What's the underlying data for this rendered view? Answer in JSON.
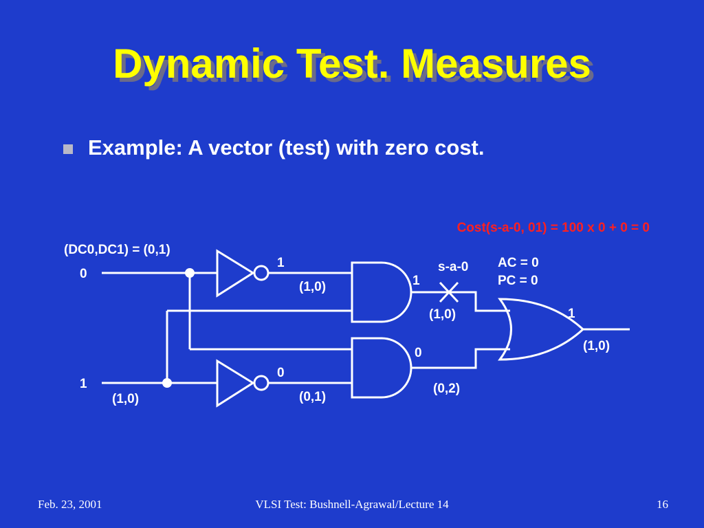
{
  "slide": {
    "title": "Dynamic Test. Measures",
    "bullet": "Example: A vector (test) with zero cost."
  },
  "diagram": {
    "cost_label": "Cost(s-a-0, 01) = 100 x 0 + 0 = 0",
    "dc_label": "(DC0,DC1) = (0,1)",
    "input_a_value": "0",
    "input_b_value": "1",
    "input_b_dc": "(1,0)",
    "inv1_out_value": "1",
    "inv1_out_dc": "(1,0)",
    "inv2_out_value": "0",
    "inv2_out_dc": "(0,1)",
    "and1_out_value": "1",
    "fault_label": "s-a-0",
    "and1_out_dc": "(1,0)",
    "ac_label": "AC = 0",
    "pc_label": "PC = 0",
    "and2_out_value": "0",
    "and2_out_dc": "(0,2)",
    "or_out_value": "1",
    "or_out_dc": "(1,0)"
  },
  "footer": {
    "date": "Feb. 23, 2001",
    "course": "VLSI Test: Bushnell-Agrawal/Lecture 14",
    "page": "16"
  },
  "colors": {
    "background": "#1e3ccc",
    "title": "#ffff00",
    "cost": "#ff2020",
    "wire": "#ffffff"
  }
}
